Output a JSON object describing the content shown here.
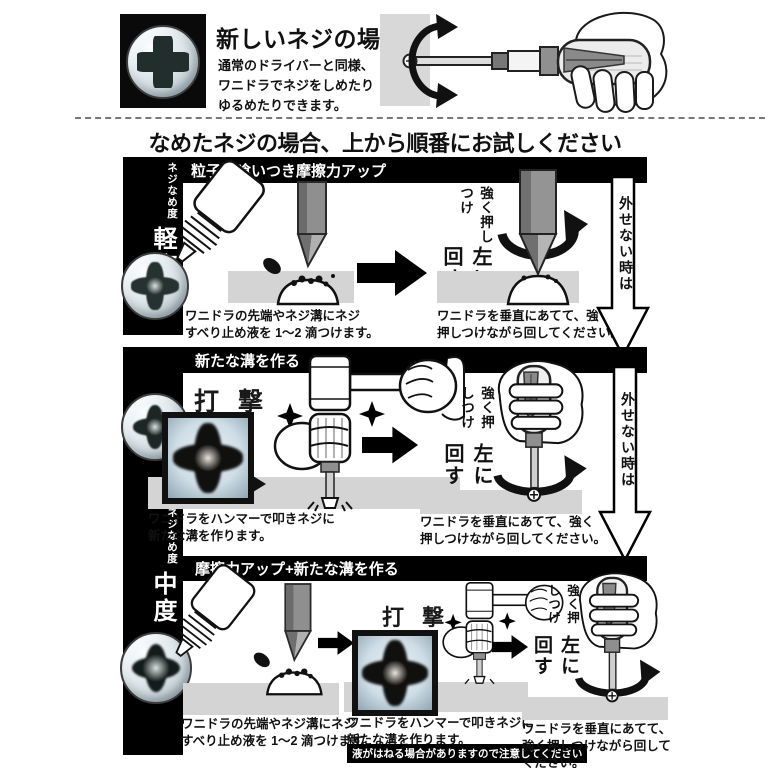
{
  "top": {
    "title": "新しいネジの場合",
    "body": "通常のドライバーと同様、\nワニドラでネジをしめたり\nゆるめたりできます。"
  },
  "banner": "なめたネジの場合、上から順番にお試しください",
  "labels": {
    "severity": "ネジなめ度",
    "light": "軽度",
    "medium": "中度",
    "cant_remove": "外せない時は",
    "push": "強く押しつけ",
    "turn_left": "左に回す",
    "strike": "打 撃"
  },
  "sections": [
    {
      "header": "粒子が喰いつき摩擦力アップ",
      "caption_apply": "ワニドラの先端やネジ溝にネジ\nすべり止め液を 1〜2 滴つけます。",
      "caption_turn": "ワニドラを垂直にあてて、強く\n押しつけながら回してください。"
    },
    {
      "header": "新たな溝を作る",
      "caption_hammer": "ワニドラをハンマーで叩きネジに\n新たな溝を作ります。",
      "caption_turn": "ワニドラを垂直にあてて、強く\n押しつけながら回してください。"
    },
    {
      "header": "摩擦力アップ+新たな溝を作る",
      "caption_apply": "ワニドラの先端やネジ溝にネジ\nすべり止め液を 1〜2 滴つけます。",
      "caption_hammer": "ワニドラをハンマーで叩きネジに\n新たな溝を作ります。",
      "warning": "液がはねる場合がありますので注意してください",
      "caption_turn": "ワニドラを垂直にあてて、\n強く押しつけながら回して\nください。"
    }
  ],
  "colors": {
    "floor_gray": "#d4d4d4",
    "bar_black": "#000000",
    "wall_gray": "#d8d8d8"
  }
}
